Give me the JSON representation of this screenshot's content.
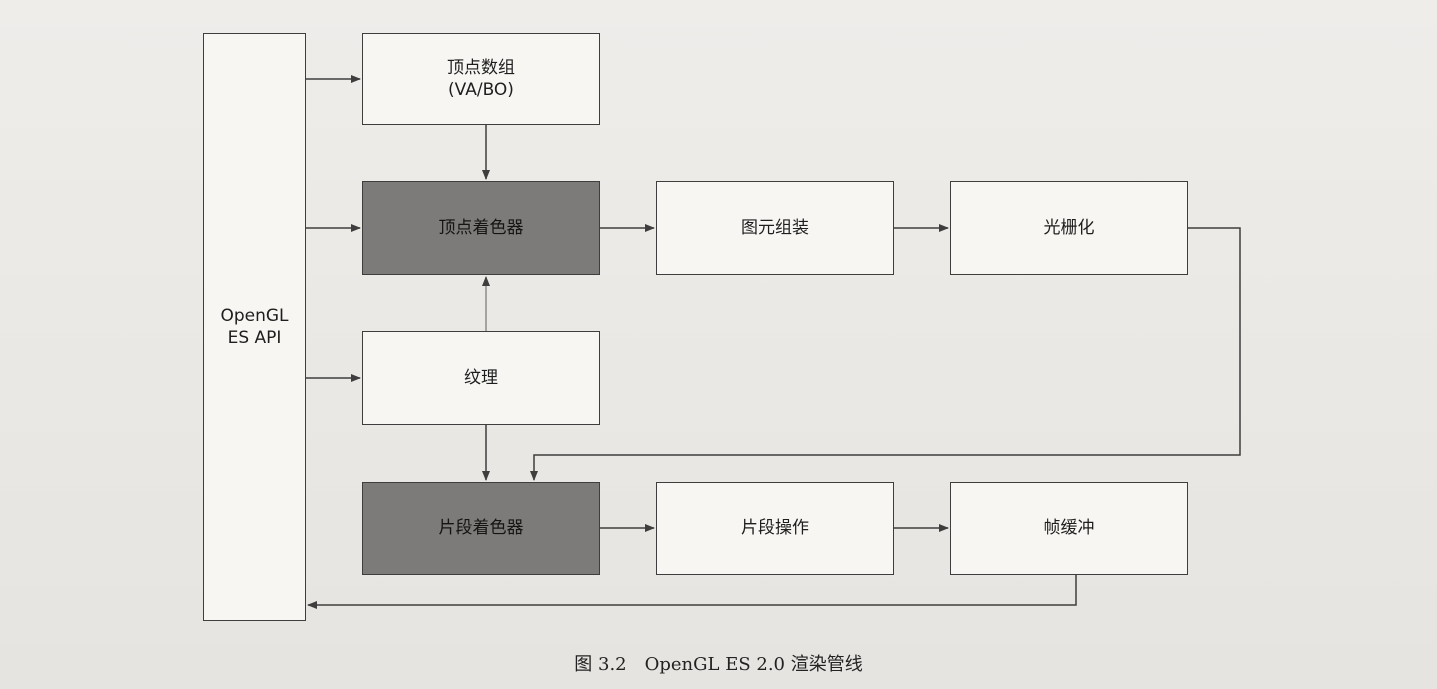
{
  "nodes": {
    "api": {
      "line1": "OpenGL",
      "line2": "ES API"
    },
    "vbo": {
      "line1": "顶点数组",
      "line2": "(VA/BO)"
    },
    "vertex_shader": {
      "label": "顶点着色器"
    },
    "primitive_assembly": {
      "label": "图元组装"
    },
    "rasterization": {
      "label": "光栅化"
    },
    "texture": {
      "label": "纹理"
    },
    "fragment_shader": {
      "label": "片段着色器"
    },
    "fragment_ops": {
      "label": "片段操作"
    },
    "framebuffer": {
      "label": "帧缓冲"
    }
  },
  "colors": {
    "shaded_fill": "#7d7b79",
    "box_fill": "#f7f6f3",
    "line": "#3e3e3e"
  },
  "caption": "图 3.2　OpenGL ES 2.0 渲染管线"
}
